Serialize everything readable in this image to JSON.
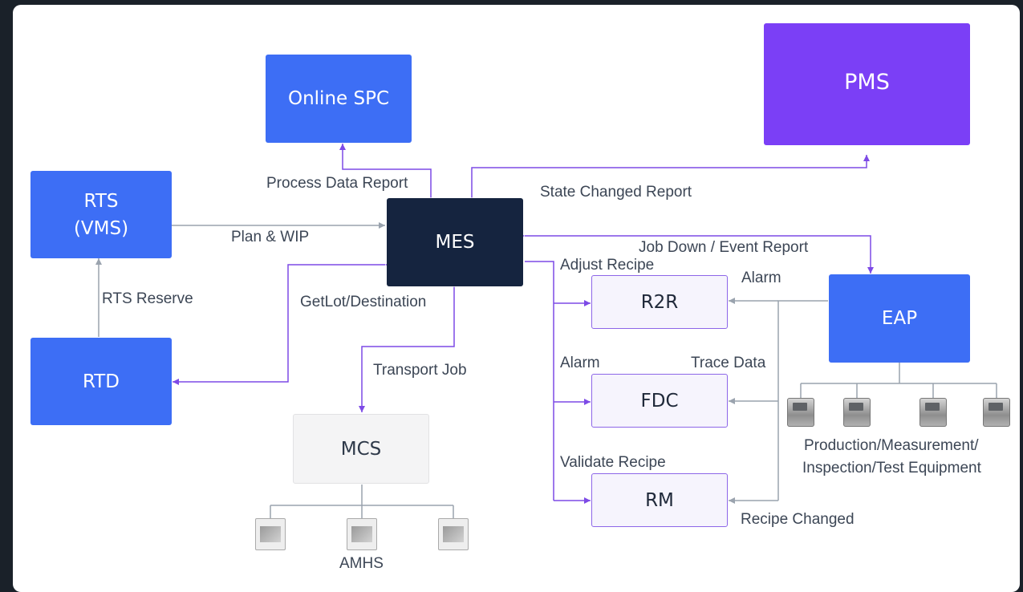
{
  "nodes": {
    "online_spc": "Online SPC",
    "pms": "PMS",
    "rts_line1": "RTS",
    "rts_line2": "(VMS)",
    "mes": "MES",
    "rtd": "RTD",
    "r2r": "R2R",
    "fdc": "FDC",
    "rm": "RM",
    "eap": "EAP",
    "mcs": "MCS"
  },
  "edge_labels": {
    "process_data_report": "Process Data Report",
    "state_changed_report": "State Changed Report",
    "plan_wip": "Plan & WIP",
    "job_down_event_report": "Job Down / Event Report",
    "adjust_recipe": "Adjust Recipe",
    "alarm_eap_to_r2r": "Alarm",
    "rts_reserve": "RTS Reserve",
    "getlot_destination": "GetLot/Destination",
    "transport_job": "Transport Job",
    "alarm_mes_to_fdc": "Alarm",
    "trace_data": "Trace Data",
    "validate_recipe": "Validate Recipe",
    "recipe_changed": "Recipe Changed"
  },
  "equipment": {
    "caption_line1": "Production/Measurement/",
    "caption_line2": "Inspection/Test Equipment",
    "icon_count": 4,
    "icon": "equipment-icon"
  },
  "amhs": {
    "caption": "AMHS",
    "icon_count": 3,
    "icons": [
      "conveyor-icon",
      "stocker-icon",
      "crane-icon"
    ]
  },
  "colors": {
    "blue_node": "#3d6ef5",
    "purple_node": "#7b3ff6",
    "mes_node": "#15243f",
    "purple_connector": "#7d4ae6",
    "grey_connector": "#9aa3ae"
  }
}
